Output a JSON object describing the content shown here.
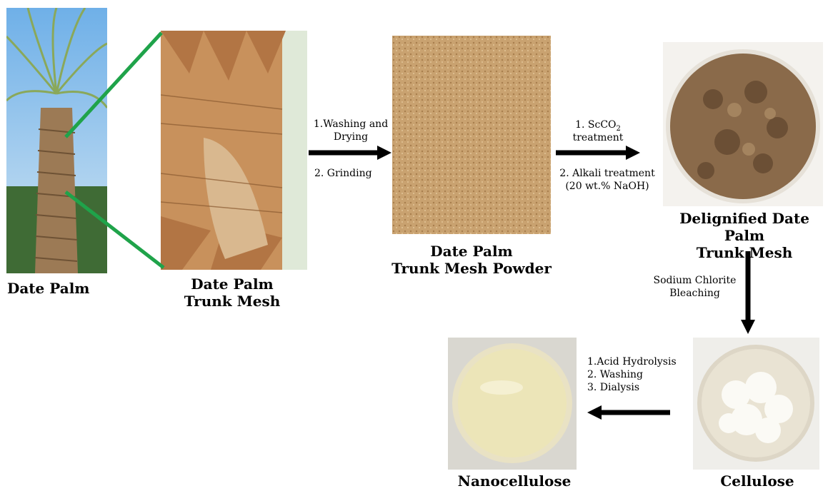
{
  "images": {
    "palm": "date-palm-tree-photo",
    "trunk": "trunk-mesh-photo",
    "powder": "trunk-mesh-powder-photo",
    "delignified": "delignified-mesh-photo",
    "cellulose": "cellulose-photo",
    "nanocellulose": "nanocellulose-gel-photo"
  },
  "colors": {
    "connector": "#1fa34a",
    "arrow": "#000000"
  },
  "labels": {
    "palm": "Date Palm",
    "trunk_line1": "Date Palm",
    "trunk_line2": "Trunk Mesh",
    "powder_line1": "Date Palm",
    "powder_line2": "Trunk Mesh Powder",
    "delig_line1": "Delignified Date Palm",
    "delig_line2": "Trunk Mesh",
    "cellulose": "Cellulose",
    "nanocellulose": "Nanocellulose"
  },
  "steps": {
    "s1_line1": "1.Washing and",
    "s1_line2": "Drying",
    "s1_line3": "2. Grinding",
    "s2_line1_prefix": "1. ScCO",
    "s2_line1_sub": "2",
    "s2_line2": "treatment",
    "s2_line3": "2. Alkali treatment",
    "s2_line4": "(20 wt.% NaOH)",
    "s3_line1": "Sodium Chlorite",
    "s3_line2": "Bleaching",
    "s4_line1": "1.Acid Hydrolysis",
    "s4_line2": "2. Washing",
    "s4_line3": "3. Dialysis"
  }
}
